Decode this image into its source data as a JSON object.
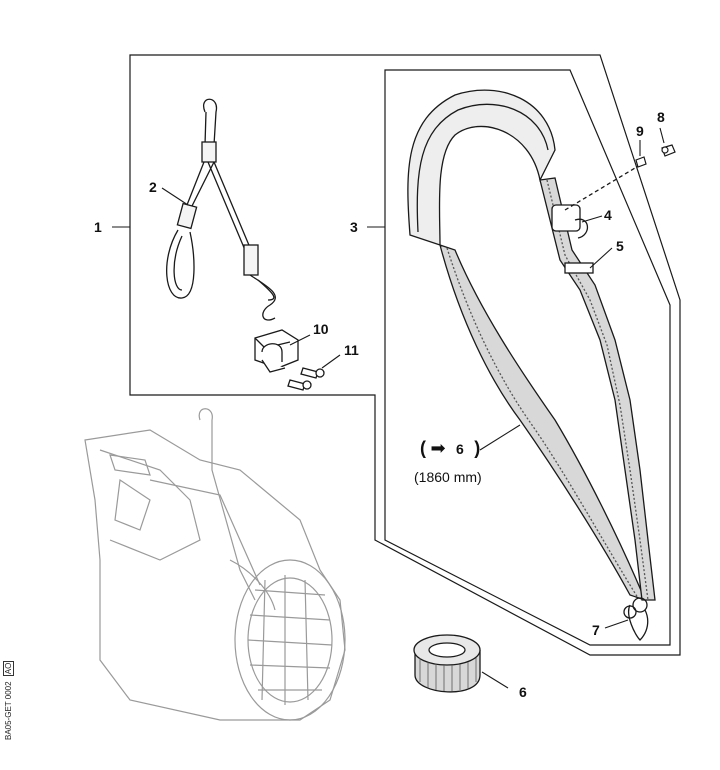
{
  "diagram": {
    "callouts": [
      {
        "id": "1",
        "label": "1"
      },
      {
        "id": "2",
        "label": "2"
      },
      {
        "id": "3",
        "label": "3"
      },
      {
        "id": "4",
        "label": "4"
      },
      {
        "id": "5",
        "label": "5"
      },
      {
        "id": "6",
        "label": "6"
      },
      {
        "id": "7",
        "label": "7"
      },
      {
        "id": "8",
        "label": "8"
      },
      {
        "id": "9",
        "label": "9"
      },
      {
        "id": "10",
        "label": "10"
      },
      {
        "id": "11",
        "label": "11"
      }
    ],
    "reference_note": {
      "open": "(",
      "arrow": "➡",
      "part": "6",
      "close": ")",
      "length": "(1860 mm)"
    },
    "document_id": "BA05-GET 0002",
    "document_code": "AO"
  },
  "colors": {
    "line": "#1a1a1a",
    "ghost": "#9a9a9a",
    "strap_fill": "#d8d8d8"
  }
}
